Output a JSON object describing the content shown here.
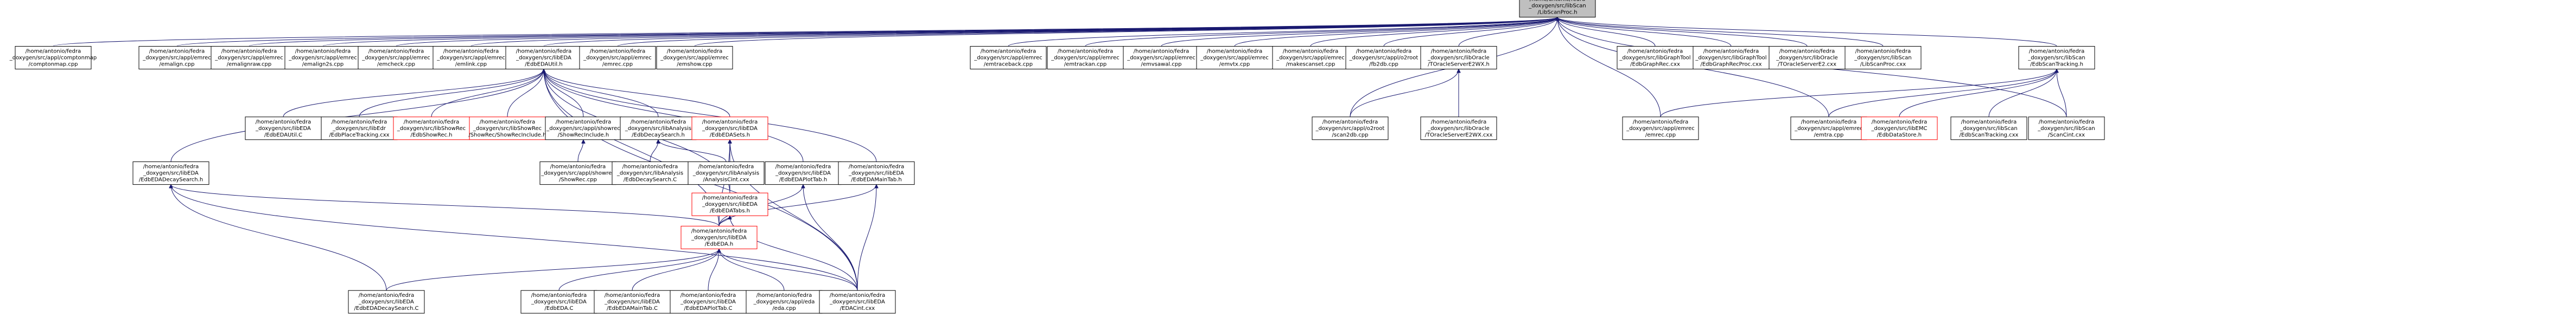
{
  "graph": {
    "root": {
      "id": "root",
      "lines": [
        "/home/antonio/fedra",
        "_doxygen/src/libScan",
        "/LibScanProc.h"
      ]
    },
    "nodes": [
      {
        "id": "n_comptonmap",
        "lines": [
          "/home/antonio/fedra",
          "_doxygen/src/appl/comptonmap",
          "/comptonmap.cpp"
        ]
      },
      {
        "id": "n_emalign",
        "lines": [
          "/home/antonio/fedra",
          "_doxygen/src/appl/emrec",
          "/emalign.cpp"
        ]
      },
      {
        "id": "n_emalignraw",
        "lines": [
          "/home/antonio/fedra",
          "_doxygen/src/appl/emrec",
          "/emalignraw.cpp"
        ]
      },
      {
        "id": "n_emalign2s",
        "lines": [
          "/home/antonio/fedra",
          "_doxygen/src/appl/emrec",
          "/emalign2s.cpp"
        ]
      },
      {
        "id": "n_emcheck",
        "lines": [
          "/home/antonio/fedra",
          "_doxygen/src/appl/emrec",
          "/emcheck.cpp"
        ]
      },
      {
        "id": "n_emlink",
        "lines": [
          "/home/antonio/fedra",
          "_doxygen/src/appl/emrec",
          "/emlink.cpp"
        ]
      },
      {
        "id": "n_ediutil_h",
        "lines": [
          "/home/antonio/fedra",
          "_doxygen/src/libEDA",
          "/EdbEDAUtil.h"
        ]
      },
      {
        "id": "n_emrec",
        "lines": [
          "/home/antonio/fedra",
          "_doxygen/src/appl/emrec",
          "/emrec.cpp"
        ]
      },
      {
        "id": "n_emshow",
        "lines": [
          "/home/antonio/fedra",
          "_doxygen/src/appl/emrec",
          "/emshow.cpp"
        ]
      },
      {
        "id": "n_emtraceback",
        "lines": [
          "/home/antonio/fedra",
          "_doxygen/src/appl/emrec",
          "/emtraceback.cpp"
        ]
      },
      {
        "id": "n_emtrackan",
        "lines": [
          "/home/antonio/fedra",
          "_doxygen/src/appl/emrec",
          "/emtrackan.cpp"
        ]
      },
      {
        "id": "n_emvsawal",
        "lines": [
          "/home/antonio/fedra",
          "_doxygen/src/appl/emrec",
          "/emvsawal.cpp"
        ]
      },
      {
        "id": "n_emvtx",
        "lines": [
          "/home/antonio/fedra",
          "_doxygen/src/appl/emrec",
          "/emvtx.cpp"
        ]
      },
      {
        "id": "n_makescanset",
        "lines": [
          "/home/antonio/fedra",
          "_doxygen/src/appl/emrec",
          "/makescanset.cpp"
        ]
      },
      {
        "id": "n_fb2db",
        "lines": [
          "/home/antonio/fedra",
          "_doxygen/src/appl/o2root",
          "/fb2db.cpp"
        ]
      },
      {
        "id": "n_toracle_h",
        "lines": [
          "/home/antonio/fedra",
          "_doxygen/src/libOracle",
          "/TOracleServerE2WX.h"
        ]
      },
      {
        "id": "n_grv",
        "lines": [
          "/home/antonio/fedra",
          "_doxygen/src/libGraphTool",
          "/EdbGraphRec.cxx"
        ]
      },
      {
        "id": "n_grvproc",
        "lines": [
          "/home/antonio/fedra",
          "_doxygen/src/libGraphTool",
          "/EdbGraphRecProc.cxx"
        ]
      },
      {
        "id": "n_toracle2",
        "lines": [
          "/home/antonio/fedra",
          "_doxygen/src/libOracle",
          "/TOracleServerE2.cxx"
        ]
      },
      {
        "id": "n_libscanproc_cxx",
        "lines": [
          "/home/antonio/fedra",
          "_doxygen/src/libScan",
          "/LibScanProc.cxx"
        ]
      },
      {
        "id": "n_scantracking_h",
        "lines": [
          "/home/antonio/fedra",
          "_doxygen/src/libScan",
          "/EdbScanTracking.h"
        ]
      },
      {
        "id": "n_edautil_cxx",
        "lines": [
          "/home/antonio/fedra",
          "_doxygen/src/libEDA",
          "/EdbEDAUtil.C"
        ]
      },
      {
        "id": "n_placetracking",
        "lines": [
          "/home/antonio/fedra",
          "_doxygen/src/libEdr",
          "/EdbPlaceTracking.cxx"
        ]
      },
      {
        "id": "n_showrec_h",
        "lines": [
          "/home/antonio/fedra",
          "_doxygen/src/libShowRec",
          "/EdbShowRec.h"
        ]
      },
      {
        "id": "n_showrec_inc",
        "lines": [
          "/home/antonio/fedra",
          "_doxygen/src/libShowRec",
          "/ShowRec/ShowRecInclude.h"
        ]
      },
      {
        "id": "n_showrec_incl",
        "lines": [
          "/home/antonio/fedra",
          "_doxygen/src/appl/showrec",
          "/ShowRecInclude.h"
        ]
      },
      {
        "id": "n_decaysearch_h",
        "lines": [
          "/home/antonio/fedra",
          "_doxygen/src/libAnalysis",
          "/EdbDecaySearch.h"
        ]
      },
      {
        "id": "n_edasets_h",
        "lines": [
          "/home/antonio/fedra",
          "_doxygen/src/libEDA",
          "/EdbEDASets.h"
        ]
      },
      {
        "id": "n_o2root_scan2db",
        "lines": [
          "/home/antonio/fedra",
          "_doxygen/src/appl/o2root",
          "/scan2db.cpp"
        ]
      },
      {
        "id": "n_toracle_cxx",
        "lines": [
          "/home/antonio/fedra",
          "_doxygen/src/libOracle",
          "/TOracleServerE2WX.cxx"
        ]
      },
      {
        "id": "n_emrec_cpp2",
        "lines": [
          "/home/antonio/fedra",
          "_doxygen/src/appl/emrec",
          "/emrec.cpp"
        ]
      },
      {
        "id": "n_emtra",
        "lines": [
          "/home/antonio/fedra",
          "_doxygen/src/appl/emrec",
          "/emtra.cpp"
        ]
      },
      {
        "id": "n_datastore_h",
        "lines": [
          "/home/antonio/fedra",
          "_doxygen/src/libEMC",
          "/EdbDataStore.h"
        ]
      },
      {
        "id": "n_scantracking_cxx",
        "lines": [
          "/home/antonio/fedra",
          "_doxygen/src/libScan",
          "/EdbScanTracking.cxx"
        ]
      },
      {
        "id": "n_scancint",
        "lines": [
          "/home/antonio/fedra",
          "_doxygen/src/libScan",
          "/ScanCint.cxx"
        ]
      },
      {
        "id": "n_edadecay_h",
        "lines": [
          "/home/antonio/fedra",
          "_doxygen/src/libEDA",
          "/EdbEDADecaySearch.h"
        ]
      },
      {
        "id": "n_showrec_cpp",
        "lines": [
          "/home/antonio/fedra",
          "_doxygen/src/appl/showrec",
          "/ShowRec.cpp"
        ]
      },
      {
        "id": "n_decaysearch_c",
        "lines": [
          "/home/antonio/fedra",
          "_doxygen/src/libAnalysis",
          "/EdbDecaySearch.C"
        ]
      },
      {
        "id": "n_analysiscint",
        "lines": [
          "/home/antonio/fedra",
          "_doxygen/src/libAnalysis",
          "/AnalysisCint.cxx"
        ]
      },
      {
        "id": "n_edatabs_h",
        "lines": [
          "/home/antonio/fedra",
          "_doxygen/src/libEDA",
          "/EdbEDATabs.h"
        ]
      },
      {
        "id": "n_edaplottab_h",
        "lines": [
          "/home/antonio/fedra",
          "_doxygen/src/libEDA",
          "/EdbEDAPlotTab.h"
        ]
      },
      {
        "id": "n_edamaintab_h",
        "lines": [
          "/home/antonio/fedra",
          "_doxygen/src/libEDA",
          "/EdbEDAMainTab.h"
        ]
      },
      {
        "id": "n_eda_h",
        "lines": [
          "/home/antonio/fedra",
          "_doxygen/src/libEDA",
          "/EdbEDA.h"
        ]
      },
      {
        "id": "n_edadecay_c",
        "lines": [
          "/home/antonio/fedra",
          "_doxygen/src/libEDA",
          "/EdbEDADecaySearch.C"
        ]
      },
      {
        "id": "n_eda_c",
        "lines": [
          "/home/antonio/fedra",
          "_doxygen/src/libEDA",
          "/EdbEDA.C"
        ]
      },
      {
        "id": "n_edamaintab_c",
        "lines": [
          "/home/antonio/fedra",
          "_doxygen/src/libEDA",
          "/EdbEDAMainTab.C"
        ]
      },
      {
        "id": "n_edaplottab_c",
        "lines": [
          "/home/antonio/fedra",
          "_doxygen/src/libEDA",
          "/EdbEDAPlotTab.C"
        ]
      },
      {
        "id": "n_eda_cpp",
        "lines": [
          "/home/antonio/fedra",
          "_doxygen/src/appl/eda",
          "/eda.cpp"
        ]
      },
      {
        "id": "n_edacint",
        "lines": [
          "/home/antonio/fedra",
          "_doxygen/src/libEDA",
          "/EDACint.cxx"
        ]
      }
    ],
    "red_nodes": [
      "n_showrec_h",
      "n_showrec_inc",
      "n_edasets_h",
      "n_datastore_h",
      "n_edatabs_h",
      "n_eda_h"
    ],
    "colors": {
      "edge": "#191970",
      "root_fill": "#bfbfbf",
      "node_border": "#000000",
      "red_border": "#ff0000",
      "background": "#ffffff"
    }
  }
}
